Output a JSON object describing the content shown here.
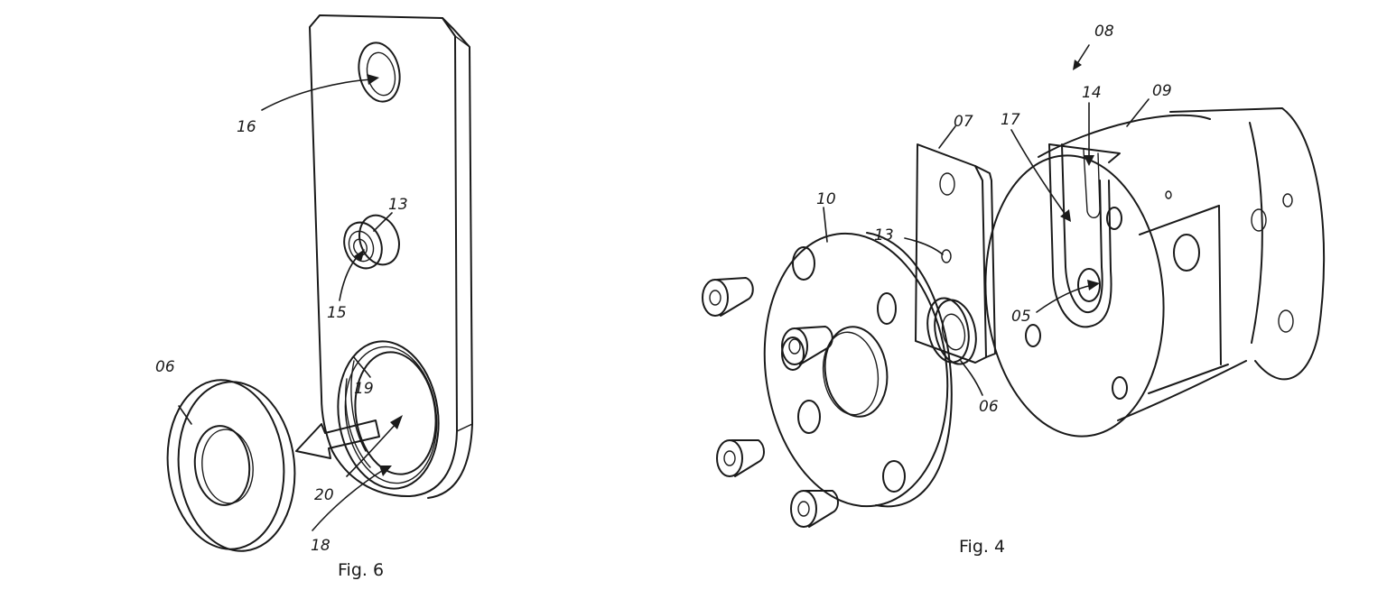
{
  "figures": [
    {
      "caption": "Fig. 6",
      "labels": {
        "l16": "16",
        "l13": "13",
        "l15": "15",
        "l06": "06",
        "l19": "19",
        "l20": "20",
        "l18": "18"
      }
    },
    {
      "caption": "Fig. 4",
      "labels": {
        "l08": "08",
        "l14": "14",
        "l09": "09",
        "l17": "17",
        "l07": "07",
        "l10": "10",
        "l13": "13",
        "l05": "05",
        "l06": "06"
      }
    }
  ]
}
